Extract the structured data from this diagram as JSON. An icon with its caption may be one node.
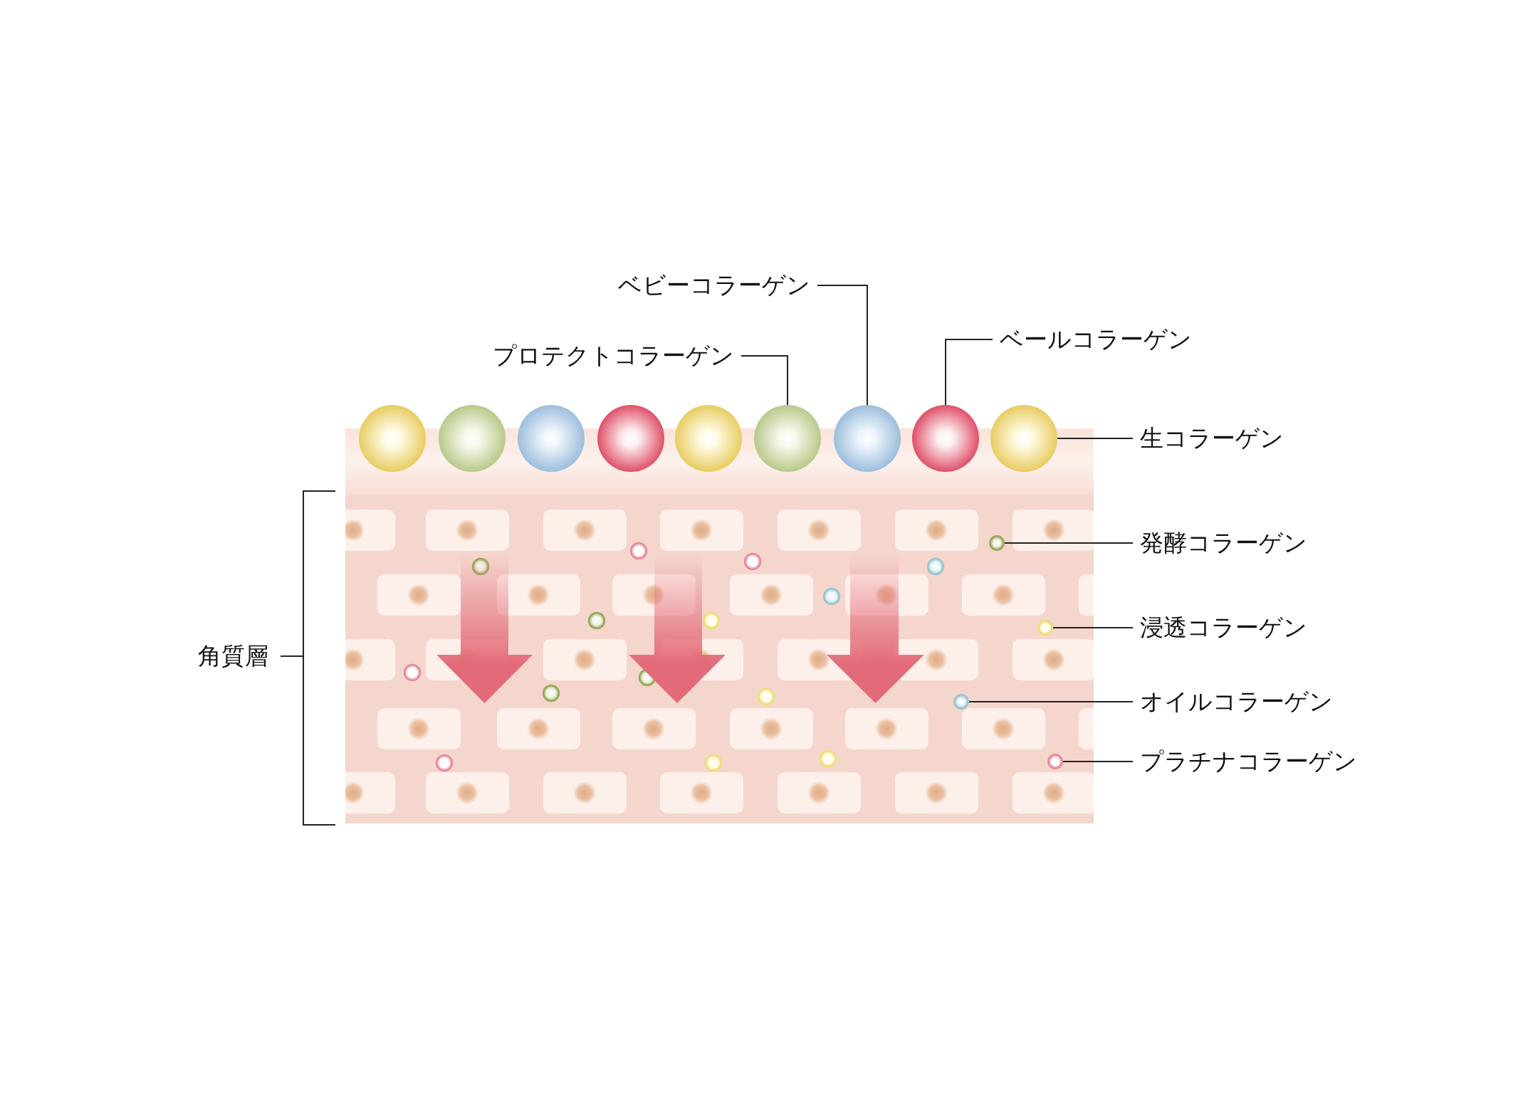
{
  "diagram": {
    "nodes": [
      {
        "text": [
          "ベビーコラーゲン"
        ]
      },
      {
        "text": [
          "プロテクトコラーゲン"
        ]
      },
      {
        "text": [
          "ベールコラーゲン"
        ]
      },
      {
        "text": [
          "生コラーゲン"
        ]
      },
      {
        "text": [
          "発酵コラーゲン"
        ]
      },
      {
        "text": [
          "浸透コラーゲン"
        ]
      },
      {
        "text": [
          "オイルコラーゲン"
        ]
      },
      {
        "text": [
          "プラチナコラーゲン"
        ]
      },
      {
        "text": [],
        "shape": "circle"
      },
      {
        "text": [],
        "shape": "circle"
      },
      {
        "text": [],
        "shape": "circle"
      },
      {
        "text": [],
        "shape": "circle"
      },
      {
        "text": [],
        "shape": "circle"
      },
      {
        "text": [],
        "shape": "circle"
      },
      {
        "text": [],
        "shape": "circle"
      },
      {
        "text": [],
        "shape": "circle"
      },
      {
        "text": [],
        "shape": "circle"
      },
      {
        "text": [],
        "shape": "circle"
      },
      {
        "text": [],
        "shape": "circle"
      },
      {
        "text": [],
        "shape": "circle"
      },
      {
        "text": [],
        "shape": "circle"
      }
    ],
    "edges": [
      {
        "from": 0,
        "to": 14,
        "arrow": "none"
      },
      {
        "from": 1,
        "to": 13,
        "arrow": "none"
      },
      {
        "from": 2,
        "to": 15,
        "arrow": "none"
      },
      {
        "from": 3,
        "to": 16,
        "arrow": "none"
      },
      {
        "from": 4,
        "to": 17,
        "arrow": "none"
      },
      {
        "from": 5,
        "to": 18,
        "arrow": "none"
      },
      {
        "from": 6,
        "to": 19,
        "arrow": "none"
      },
      {
        "from": 7,
        "to": 20,
        "arrow": "none"
      }
    ],
    "labels": [
      "角質層"
    ]
  }
}
